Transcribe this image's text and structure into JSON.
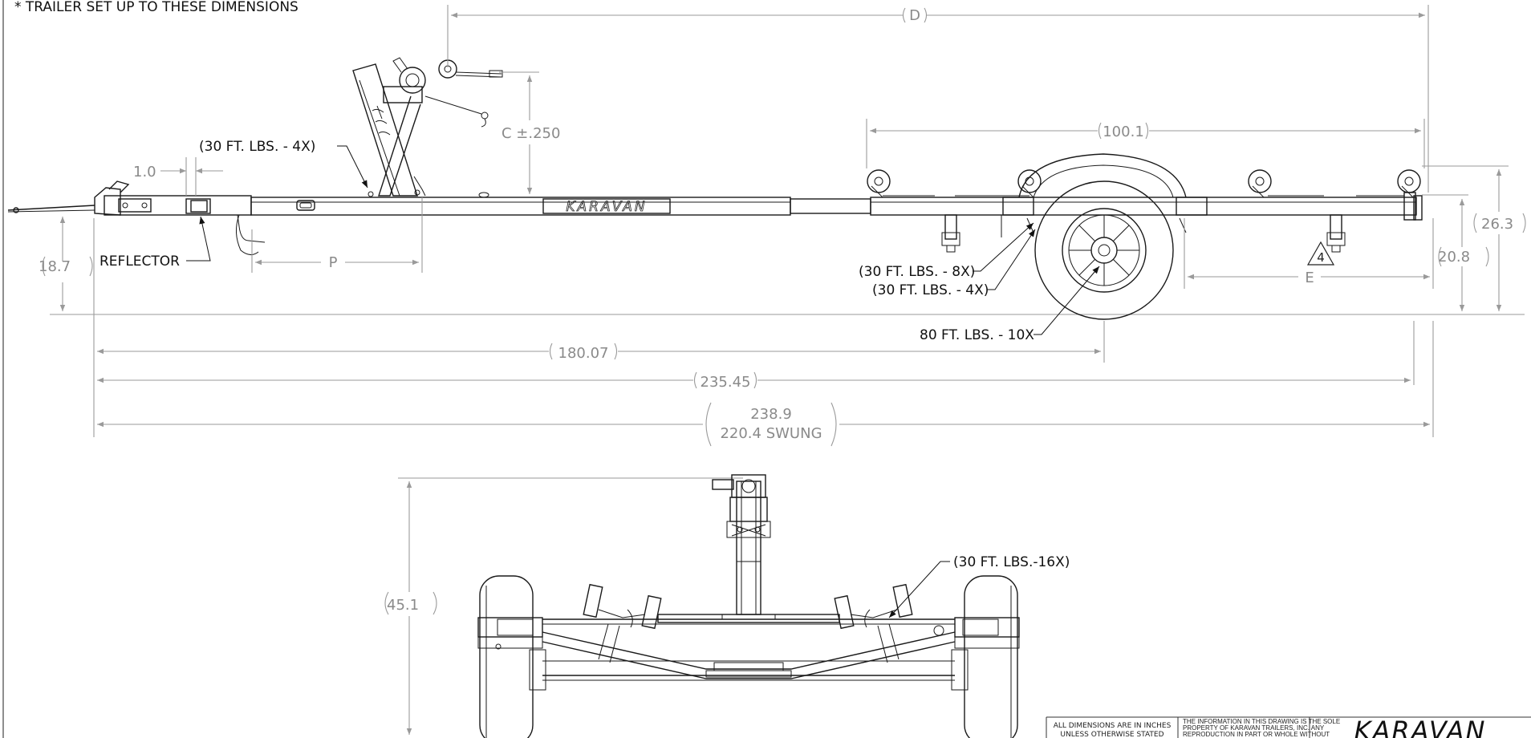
{
  "notes": {
    "setup": "* TRAILER SET UP TO THESE DIMENSIONS",
    "brand_on_frame": "KARAVAN"
  },
  "dimensions": {
    "D": "D",
    "P": "P",
    "E": "E",
    "C": "C ±.250",
    "d100": "100.1",
    "d1_0": "1.0",
    "d18_7": "18.7",
    "d26_3": "26.3",
    "d20_8": "20.8",
    "d180_07": "180.07",
    "d235_45": "235.45",
    "d238_9": "238.9",
    "d220_4": "220.4 SWUNG",
    "d45_1": "45.1",
    "rev_mark": "4"
  },
  "callouts": {
    "winch_torque": "(30 FT. LBS. - 4X)",
    "reflector": "REFLECTOR",
    "fender_8x": "(30 FT. LBS. - 8X)",
    "fender_4x": "(30 FT. LBS. - 4X)",
    "lug_nuts": "80 FT. LBS. - 10X",
    "bunks_16x": "(30 FT. LBS.-16X)"
  },
  "title_block": {
    "units_line1": "ALL DIMENSIONS ARE IN INCHES",
    "units_line2": "UNLESS OTHERWISE STATED",
    "prop_line1": "THE INFORMATION IN THIS DRAWING IS THE SOLE",
    "prop_line2": "PROPERTY OF KARAVAN TRAILERS, INC. ANY",
    "prop_line3": "REPRODUCTION IN PART OR WHOLE WITHOUT",
    "logo": "KARAVAN"
  }
}
